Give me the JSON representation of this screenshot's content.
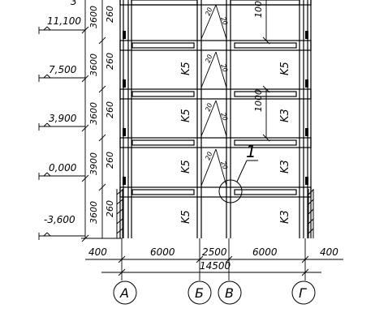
{
  "levels": [
    {
      "mark": "11,100"
    },
    {
      "mark": "7,500"
    },
    {
      "mark": "3,900"
    },
    {
      "mark": "0,000"
    },
    {
      "mark": "-3,600"
    }
  ],
  "level_top_fragment": "3",
  "storey_heights": [
    "3600",
    "3600",
    "3600",
    "3900",
    "3600"
  ],
  "beam_depths": [
    "260",
    "260",
    "260",
    "260",
    "260"
  ],
  "column_marks": {
    "left_bay": [
      "K5",
      "K5",
      "K5",
      "K5"
    ],
    "right_bay": [
      "K5",
      "K3",
      "K3",
      "K3"
    ]
  },
  "brace_labels": [
    "20",
    "20",
    "20",
    "20",
    "20",
    "20",
    "20",
    "20"
  ],
  "vertical_dims": [
    "1000",
    "1000"
  ],
  "span_dims": [
    "400",
    "6000",
    "2500",
    "6000",
    "400"
  ],
  "overall_dim": "14500",
  "node_callout": "1",
  "axes": [
    "А",
    "Б",
    "В",
    "Г"
  ]
}
